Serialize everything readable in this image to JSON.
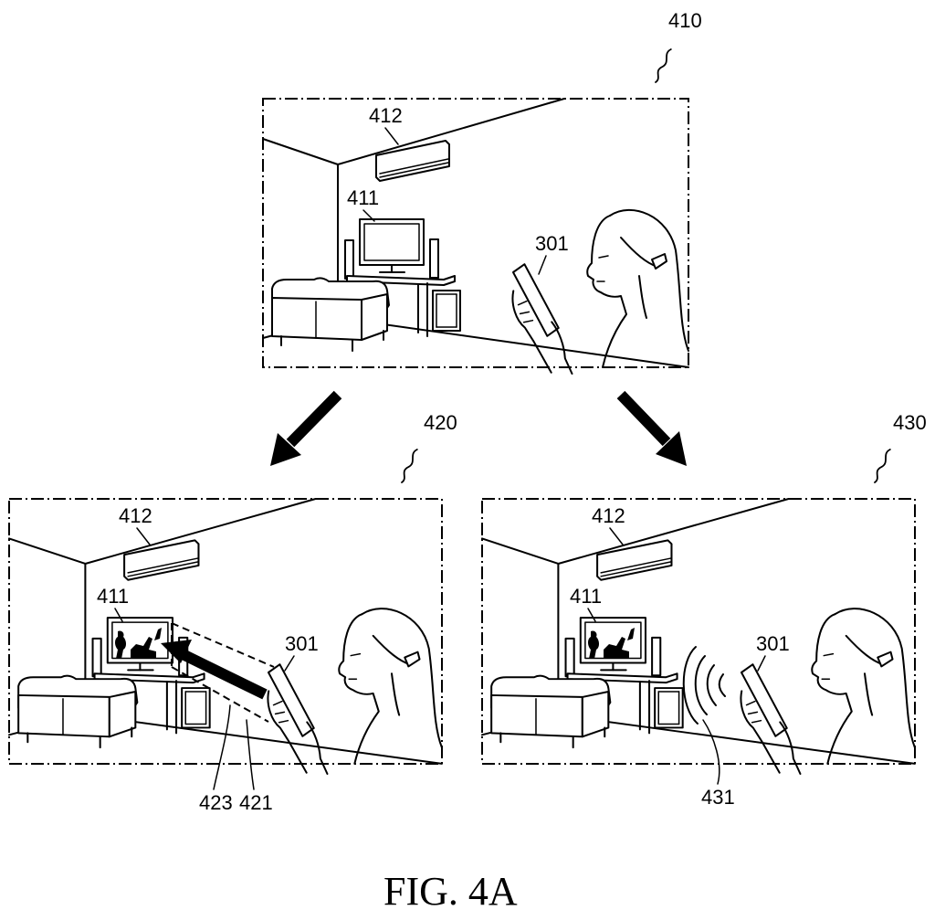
{
  "figure": {
    "caption": "FIG. 4A",
    "panels": [
      {
        "id": "410",
        "labels": {
          "tv": "411",
          "air_conditioner": "412",
          "device": "301"
        }
      },
      {
        "id": "420",
        "labels": {
          "tv": "411",
          "air_conditioner": "412",
          "device": "301",
          "pointing_ray": "423",
          "beam_area": "421"
        }
      },
      {
        "id": "430",
        "labels": {
          "tv": "411",
          "air_conditioner": "412",
          "device": "301",
          "signal_waves": "431"
        }
      }
    ]
  }
}
